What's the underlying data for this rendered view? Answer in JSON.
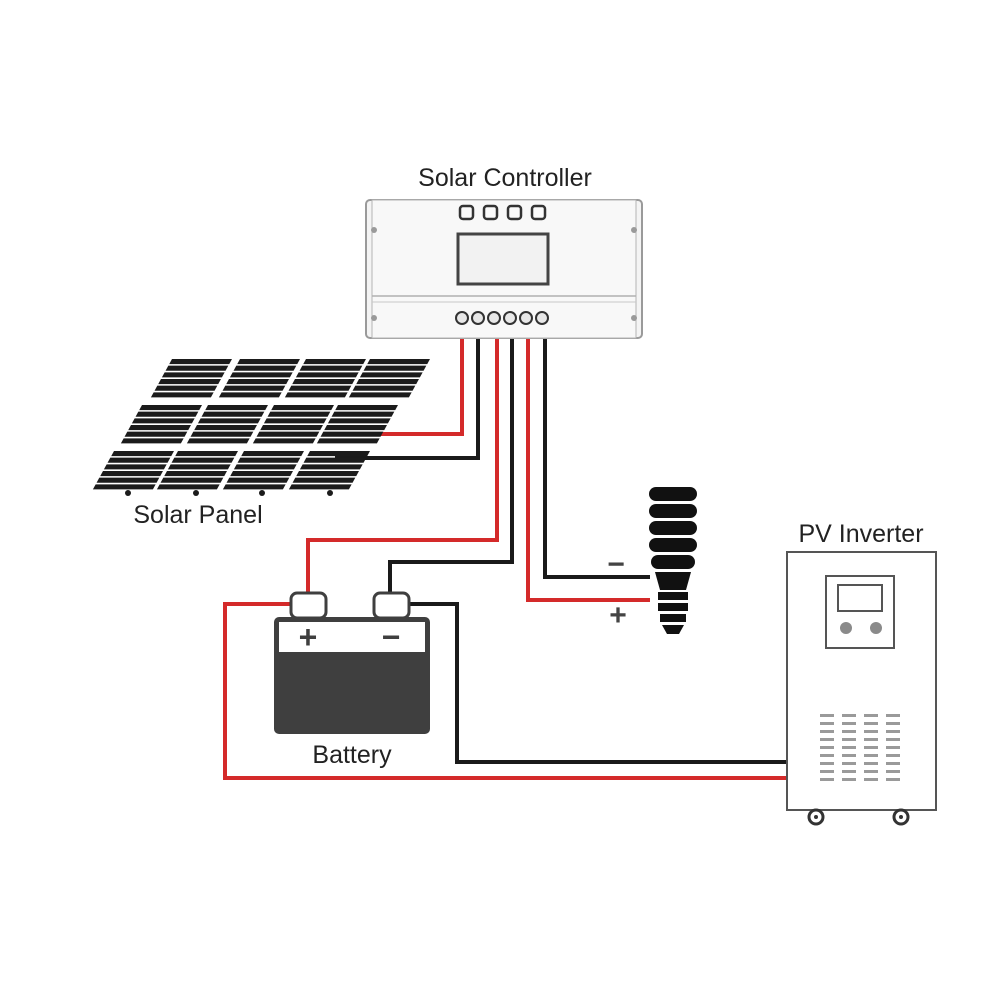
{
  "labels": {
    "controller": "Solar Controller",
    "panel": "Solar Panel",
    "battery": "Battery",
    "inverter": "PV Inverter"
  },
  "battery_terminals": {
    "positive": "+",
    "negative": "−"
  },
  "load_terminals": {
    "positive": "+",
    "negative": "−"
  },
  "icons": [
    "solar-panel-icon",
    "solar-controller-icon",
    "battery-icon",
    "cfl-bulb-icon",
    "inverter-icon"
  ],
  "colors": {
    "positive_wire": "#d42a2a",
    "negative_wire": "#1a1a1a",
    "panel_cell": "#1b1b1b",
    "battery_body": "#3f3f3f"
  }
}
